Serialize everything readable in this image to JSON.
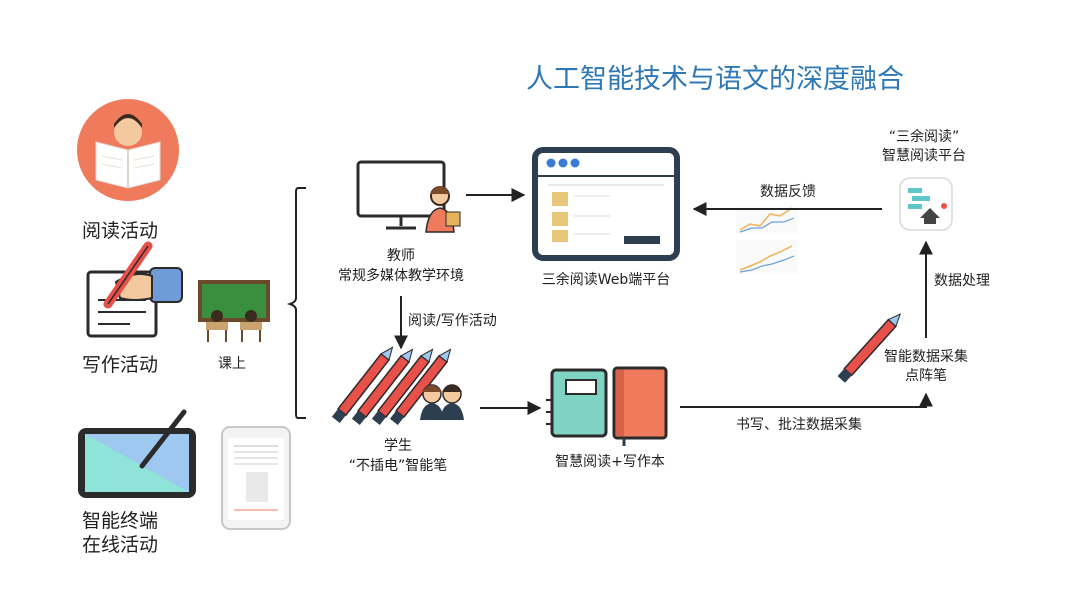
{
  "title": "人工智能技术与语文的深度融合",
  "left": {
    "reading": "阅读活动",
    "writing": "写作活动",
    "classroom": "课上",
    "terminal_line1": "智能终端",
    "terminal_line2": "在线活动"
  },
  "teacher": {
    "line1": "教师",
    "line2": "常规多媒体教学环境"
  },
  "web_platform": "三余阅读Web端平台",
  "edge_labels": {
    "reading_writing": "阅读/写作活动",
    "feedback": "数据反馈",
    "processing": "数据处理",
    "collection": "书写、批注数据采集"
  },
  "student": {
    "line1": "学生",
    "line2": "“不插电”智能笔"
  },
  "notebook": "智慧阅读+写作本",
  "smart_platform": {
    "line1": "“三余阅读”",
    "line2": "智慧阅读平台"
  },
  "pen": {
    "line1": "智能数据采集",
    "line2": "点阵笔"
  },
  "colors": {
    "title": "#2e78b5",
    "arrow": "#222222",
    "accent_orange": "#f07b5c",
    "board_green": "#3a8f3e",
    "tablet_cyan": "#8fe3d8",
    "pen_red": "#e8504a"
  }
}
